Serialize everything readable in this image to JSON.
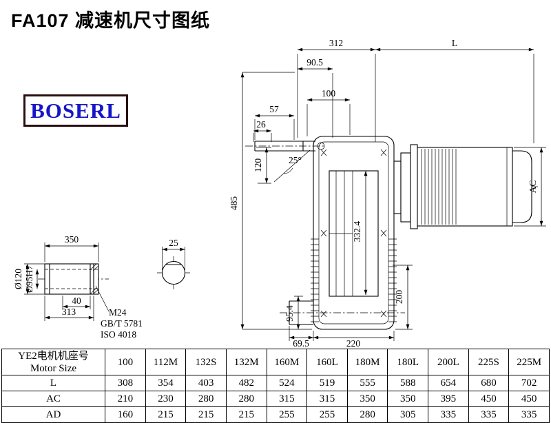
{
  "title": "FA107 减速机尺寸图纸",
  "logo": {
    "text": "BOSERL",
    "color": "#1616c8",
    "border_color": "#2a0e0e"
  },
  "drawing": {
    "dims": {
      "d312": "312",
      "dL": "L",
      "d90_5": "90.5",
      "d100": "100",
      "d57": "57",
      "d26": "26",
      "d120": "120",
      "d485": "485",
      "d332_4": "332.4",
      "dAC": "AC",
      "d200": "200",
      "d95_4": "95.4",
      "d69_5": "69.5",
      "d220": "220",
      "angle25": "25°",
      "d350": "350",
      "d40": "40",
      "d313": "313",
      "dia120": "Ø120",
      "dia95": "Ø95H7",
      "m24": "M24",
      "gb": "GB/T 5781",
      "iso": "ISO 4018",
      "d25": "25"
    }
  },
  "table": {
    "header_cn": "YE2电机机座号",
    "header_en": "Motor Size",
    "columns": [
      "100",
      "112M",
      "132S",
      "132M",
      "160M",
      "160L",
      "180M",
      "180L",
      "200L",
      "225S",
      "225M"
    ],
    "rows": [
      {
        "label": "L",
        "values": [
          "308",
          "354",
          "403",
          "482",
          "524",
          "519",
          "555",
          "588",
          "654",
          "680",
          "702"
        ]
      },
      {
        "label": "AC",
        "values": [
          "210",
          "230",
          "280",
          "280",
          "315",
          "315",
          "350",
          "350",
          "395",
          "450",
          "450"
        ]
      },
      {
        "label": "AD",
        "values": [
          "160",
          "215",
          "215",
          "215",
          "255",
          "255",
          "280",
          "305",
          "335",
          "335",
          "335"
        ]
      }
    ]
  }
}
